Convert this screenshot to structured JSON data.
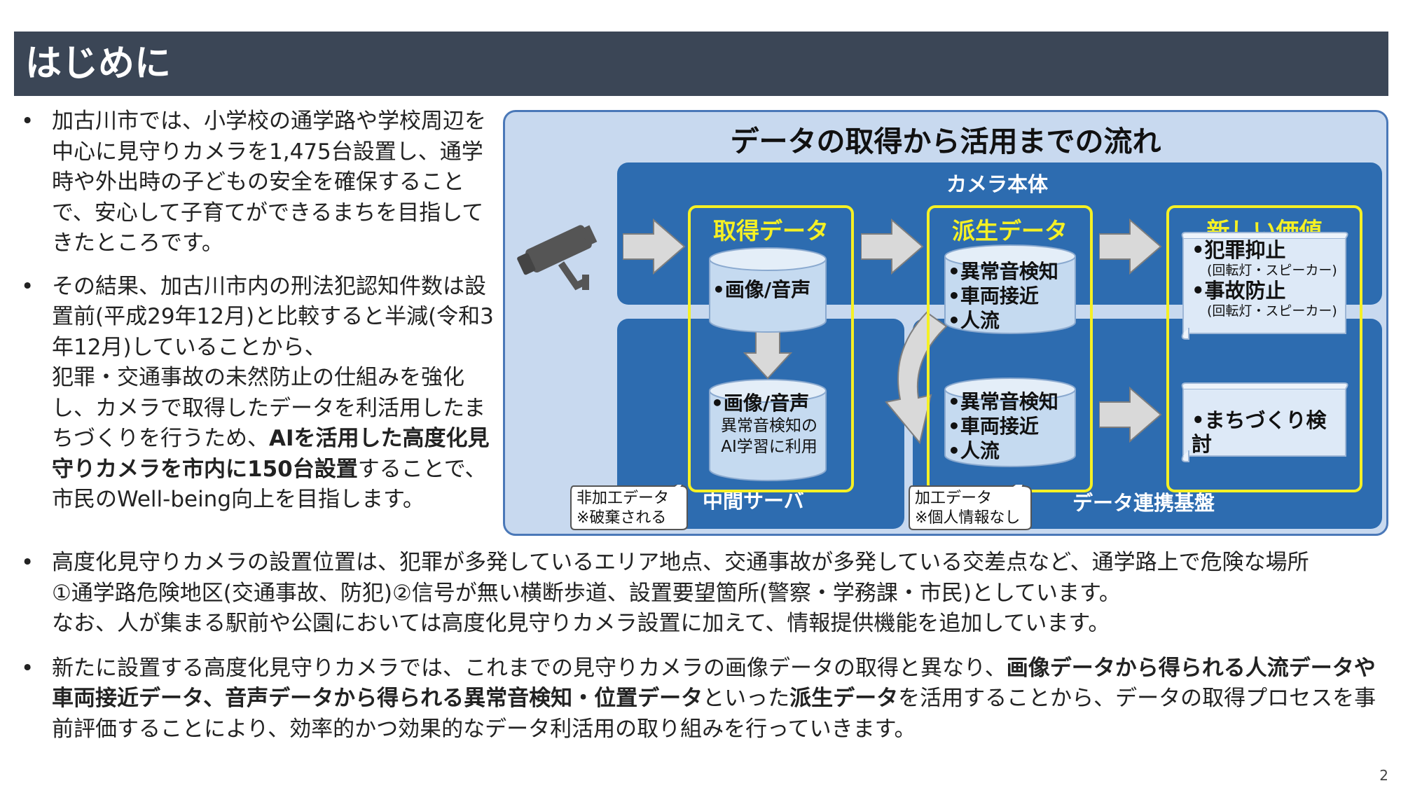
{
  "header": {
    "title": "はじめに"
  },
  "bullets": [
    {
      "text": "加古川市では、小学校の通学路や学校周辺を中心に見守りカメラを1,475台設置し、通学時や外出時の子どもの安全を確保することで、安心して子育てができるまちを目指してきたところです。"
    },
    {
      "text_1": "その結果、加古川市内の刑法犯認知件数は設置前(平成29年12月)と比較すると半減(令和3年12月)していることから、",
      "text_2": "犯罪・交通事故の未然防止の仕組みを強化し、カメラで取得したデータを利活用したまちづくりを行うため、",
      "bold_1": "AIを活用した高度化見守りカメラを市内に150台設置",
      "text_3": "することで、市民のWell-being向上を目指します。"
    },
    {
      "line_1": "高度化見守りカメラの設置位置は、犯罪が多発しているエリア地点、交通事故が多発している交差点など、通学路上で危険な場所",
      "line_2": "①通学路危険地区(交通事故、防犯)②信号が無い横断歩道、設置要望箇所(警察・学務課・市民)としています。",
      "line_3": "なお、人が集まる駅前や公園においては高度化見守りカメラ設置に加えて、情報提供機能を追加しています。"
    },
    {
      "text_1": "新たに設置する高度化見守りカメラでは、これまでの見守りカメラの画像データの取得と異なり、",
      "bold_1": "画像データから得られる人流データや車両接近データ、音声データから得られる異常音検知・位置データ",
      "text_2": "といった",
      "bold_2": "派生データ",
      "text_3": "を活用することから、データの取得プロセスを事前評価することにより、効率的かつ効果的なデータ利活用の取り組みを行っていきます。"
    }
  ],
  "diagram": {
    "title": "データの取得から活用までの流れ",
    "panels": {
      "camera": "カメラ本体",
      "middle": "中間サーバ",
      "platform": "データ連携基盤"
    },
    "boxes": {
      "acquired": {
        "title": "取得データ",
        "top_cyl": [
          "•画像/音声"
        ],
        "bottom_cyl_main": "•画像/音声",
        "bottom_cyl_sub_1": "異常音検知の",
        "bottom_cyl_sub_2": "AI学習に利用"
      },
      "derived": {
        "title": "派生データ",
        "top_cyl": [
          "•異常音検知",
          "•車両接近",
          "•人流"
        ],
        "bottom_cyl": [
          "•異常音検知",
          "•車両接近",
          "•人流"
        ]
      },
      "value": {
        "title": "新しい価値",
        "top_lines": [
          {
            "main": "•犯罪抑止",
            "sub": "(回転灯・スピーカー)"
          },
          {
            "main": "•事故防止",
            "sub": "(回転灯・スピーカー)"
          }
        ],
        "bottom_line": "•まちづくり検討"
      }
    },
    "callouts": {
      "raw_1": "非加工データ",
      "raw_2": "※破棄される",
      "processed_1": "加工データ",
      "processed_2": "※個人情報なし"
    },
    "colors": {
      "panel": "#2d6cb0",
      "frame_bg": "#c8d9ef",
      "highlight": "#f5f024",
      "arrow": "#d9d9d9",
      "header_bg": "#3b4656"
    }
  },
  "page_number": "2"
}
